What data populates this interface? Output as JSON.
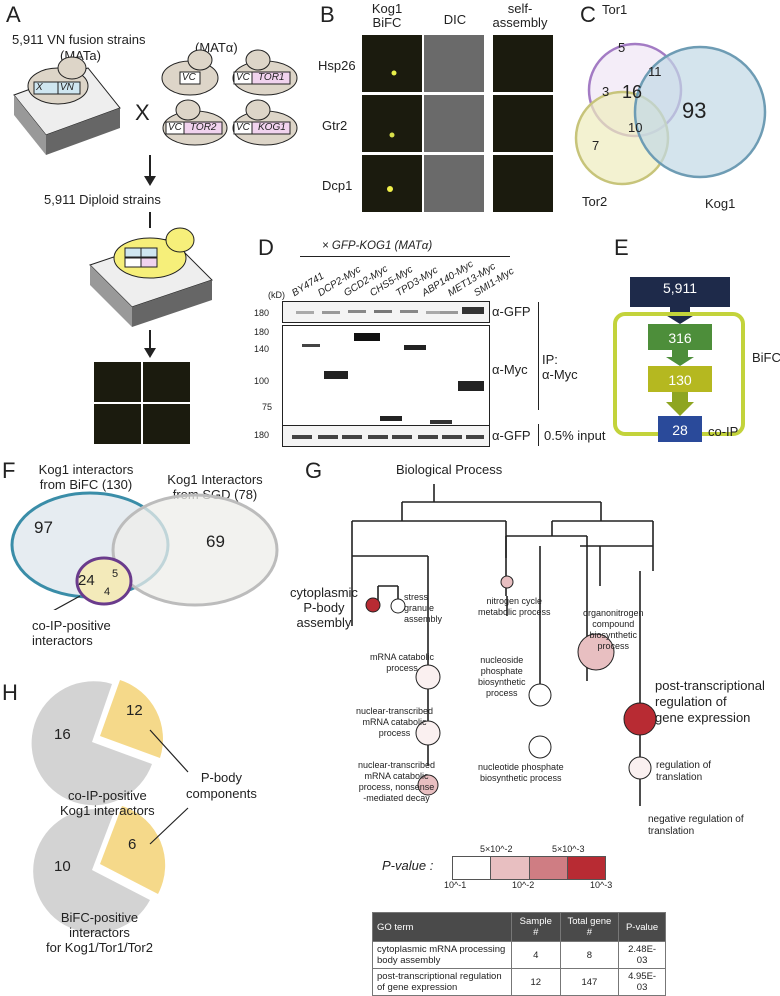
{
  "panels": {
    "a": "A",
    "b": "B",
    "c": "C",
    "d": "D",
    "e": "E",
    "f": "F",
    "g": "G",
    "h": "H"
  },
  "panel_a": {
    "vn_strains": "5,911 VN fusion strains",
    "mat_a": "(MATa)",
    "mat_alpha": "(MATα)",
    "cross": "X",
    "x_label": "X",
    "vn": "VN",
    "vc": "VC",
    "tor1": "TOR1",
    "tor2": "TOR2",
    "kog1": "KOG1",
    "diploid": "5,911 Diploid strains"
  },
  "panel_b": {
    "col1": "Kog1\nBiFC",
    "col2": "DIC",
    "col3": "self-\nassembly",
    "rows": [
      "Hsp26",
      "Gtr2",
      "Dcp1"
    ]
  },
  "panel_c": {
    "tor1": "Tor1",
    "tor2": "Tor2",
    "kog1": "Kog1",
    "values": {
      "tor1_only": "5",
      "tor1_kog1": "11",
      "tor1_tor2": "3",
      "all": "16",
      "tor2_only": "7",
      "tor2_kog1": "10",
      "kog1_only": "93"
    }
  },
  "panel_d": {
    "header": "× GFP-KOG1 (MATα)",
    "lanes": [
      "BY4741",
      "DCP2-Myc",
      "GCD2-Myc",
      "CHS5-Myc",
      "TPD3-Myc",
      "ABP140-Myc",
      "MET13-Myc",
      "SMI1-Myc"
    ],
    "kd": "(kD)",
    "markers_top": [
      "180"
    ],
    "markers_mid": [
      "180",
      "140",
      "100",
      "75"
    ],
    "markers_bot": [
      "180"
    ],
    "ab_gfp": "α-GFP",
    "ab_myc": "α-Myc",
    "ip": "IP:\nα-Myc",
    "input": "0.5% input"
  },
  "panel_e": {
    "n1": "5,911",
    "n2": "316",
    "n3": "130",
    "n4": "28",
    "bifc": "BiFC",
    "coip": "co-IP"
  },
  "panel_f": {
    "left_title": "Kog1 interactors\nfrom BiFC (130)",
    "right_title": "Kog1 Interactors\nfrom SGD (78)",
    "v97": "97",
    "v24": "24",
    "v5": "5",
    "v4": "4",
    "v69": "69",
    "coip_label": "co-IP-positive\ninteractors"
  },
  "panel_g": {
    "title": "Biological Process",
    "nodes": {
      "cyto": "cytoplasmic\nP-body\nassembly",
      "stress": "stress\ngranule\nassembly",
      "nitrogen": "nitrogen cycle\nmetabolic process",
      "organo": "organonitrogen\ncompound\nbiosynthetic\nprocess",
      "post": "post-transcriptional\nregulation of\ngene expression",
      "mrna_cat": "mRNA catabolic\nprocess",
      "nuc_mrna": "nuclear-transcribed\nmRNA catabolic\nprocess",
      "nmd": "nuclear-transcribed\nmRNA catabolic\nprocess, nonsense\n-mediated decay",
      "nuc_phos_bio": "nucleoside\nphosphate\nbiosynthetic\nprocess",
      "nucleotide": "nucleotide phosphate\nbiosynthetic process",
      "reg_trans": "regulation of\ntranslation",
      "neg_reg": "negative regulation of\ntranslation"
    },
    "pvalue_label": "P-value :",
    "scale": [
      "10^-1",
      "5×10^-2",
      "10^-2",
      "5×10^-3",
      "10^-3"
    ],
    "colors": [
      "#ffffff",
      "#e8bfc1",
      "#cf7d83",
      "#b82b33"
    ],
    "table": {
      "headers": [
        "GO term",
        "Sample #",
        "Total gene #",
        "P-value"
      ],
      "rows": [
        [
          "cytoplasmic mRNA processing body assembly",
          "4",
          "8",
          "2.48E-03"
        ],
        [
          "post-transcriptional regulation of gene expression",
          "12",
          "147",
          "4.95E-03"
        ]
      ]
    }
  },
  "panel_h": {
    "pie1": {
      "gray": "16",
      "yellow": "12",
      "label": "co-IP-positive\nKog1 interactors"
    },
    "pie2": {
      "gray": "10",
      "yellow": "6",
      "label": "BiFC-positive\ninteractors\nfor Kog1/Tor1/Tor2"
    },
    "pbody": "P-body\ncomponents",
    "colors": {
      "gray": "#d3d3d3",
      "yellow": "#f5d98a"
    }
  }
}
